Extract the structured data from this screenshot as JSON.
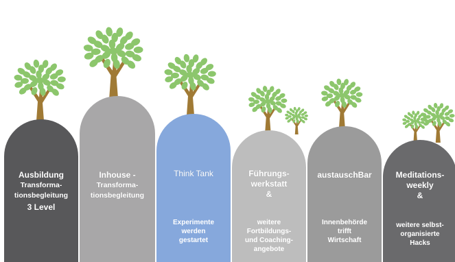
{
  "colors": {
    "col1": "#58585a",
    "col2": "#a8a7a8",
    "col3": "#86a8dc",
    "col4": "#bdbdbd",
    "col5": "#9b9b9b",
    "col6": "#6a6a6c",
    "leaf": "#8cc66c",
    "trunk": "#a07a35"
  },
  "columns": [
    {
      "title_lines": [
        "Ausbildung",
        "Transforma-",
        "tionsbegleitung",
        "3 Level"
      ],
      "body_lines": []
    },
    {
      "title_lines": [
        "Inhouse -",
        "Transforma-",
        "tionsbegleitung"
      ],
      "body_lines": []
    },
    {
      "title_lines": [
        "Think Tank"
      ],
      "body_lines": [
        "Experimente",
        "werden",
        "gestartet"
      ]
    },
    {
      "title_lines": [
        "Führungs-",
        "werkstatt",
        "&"
      ],
      "body_lines": [
        "weitere",
        "Fortbildungs-",
        "und Coaching-",
        "angebote"
      ]
    },
    {
      "title_lines": [
        "austauschBar"
      ],
      "body_lines": [
        "Innenbehörde",
        "trifft",
        "Wirtschaft"
      ]
    },
    {
      "title_lines": [
        "Meditations-",
        "weekly",
        "&"
      ],
      "body_lines": [
        "weitere selbst-",
        "organisierte",
        "Hacks"
      ]
    }
  ]
}
